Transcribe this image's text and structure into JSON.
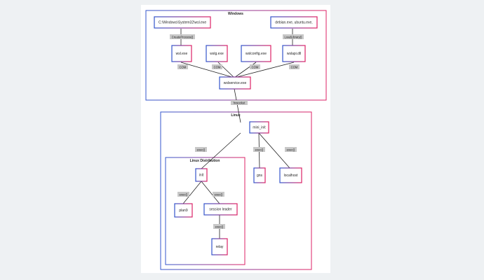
{
  "clusters": {
    "windows": {
      "title": "Windows"
    },
    "linux": {
      "title": "Linux"
    },
    "distro": {
      "title": "Linux Distribution"
    }
  },
  "nodes": {
    "wsl_path": "C:\\Windows\\System32\\wsl.exe",
    "debian": "debian.exe, ubuntu.exe,",
    "wsl": "wsl.exe",
    "wslg": "wslg.exe",
    "wslconfig": "wslconfig.exe",
    "wslapi": "wslapi.dll",
    "wslservice": "wslservice.exe",
    "mini_init": "mini_init",
    "init": "init",
    "gns": "gns",
    "localhost": "localhost",
    "plan9": "plan9",
    "session_leader": "session leader",
    "relay": "relay"
  },
  "edges": {
    "create_process": "CreateProcess()",
    "load_library": "LoadLibrary()",
    "com_1": "COM",
    "com_2": "COM",
    "com_3": "COM",
    "com_4": "COM",
    "hvsocket": "hvsocket",
    "exec_distro": "exec()",
    "exec_gns": "exec()",
    "exec_localhost": "exec()",
    "exec_plan9": "exec()",
    "exec_session": "exec()",
    "exec_relay": "exec()"
  },
  "colors": {
    "border_blue": "#3355cc",
    "border_pink": "#dd2266",
    "edge": "#222222",
    "label_bg": "#c8c8c8"
  }
}
